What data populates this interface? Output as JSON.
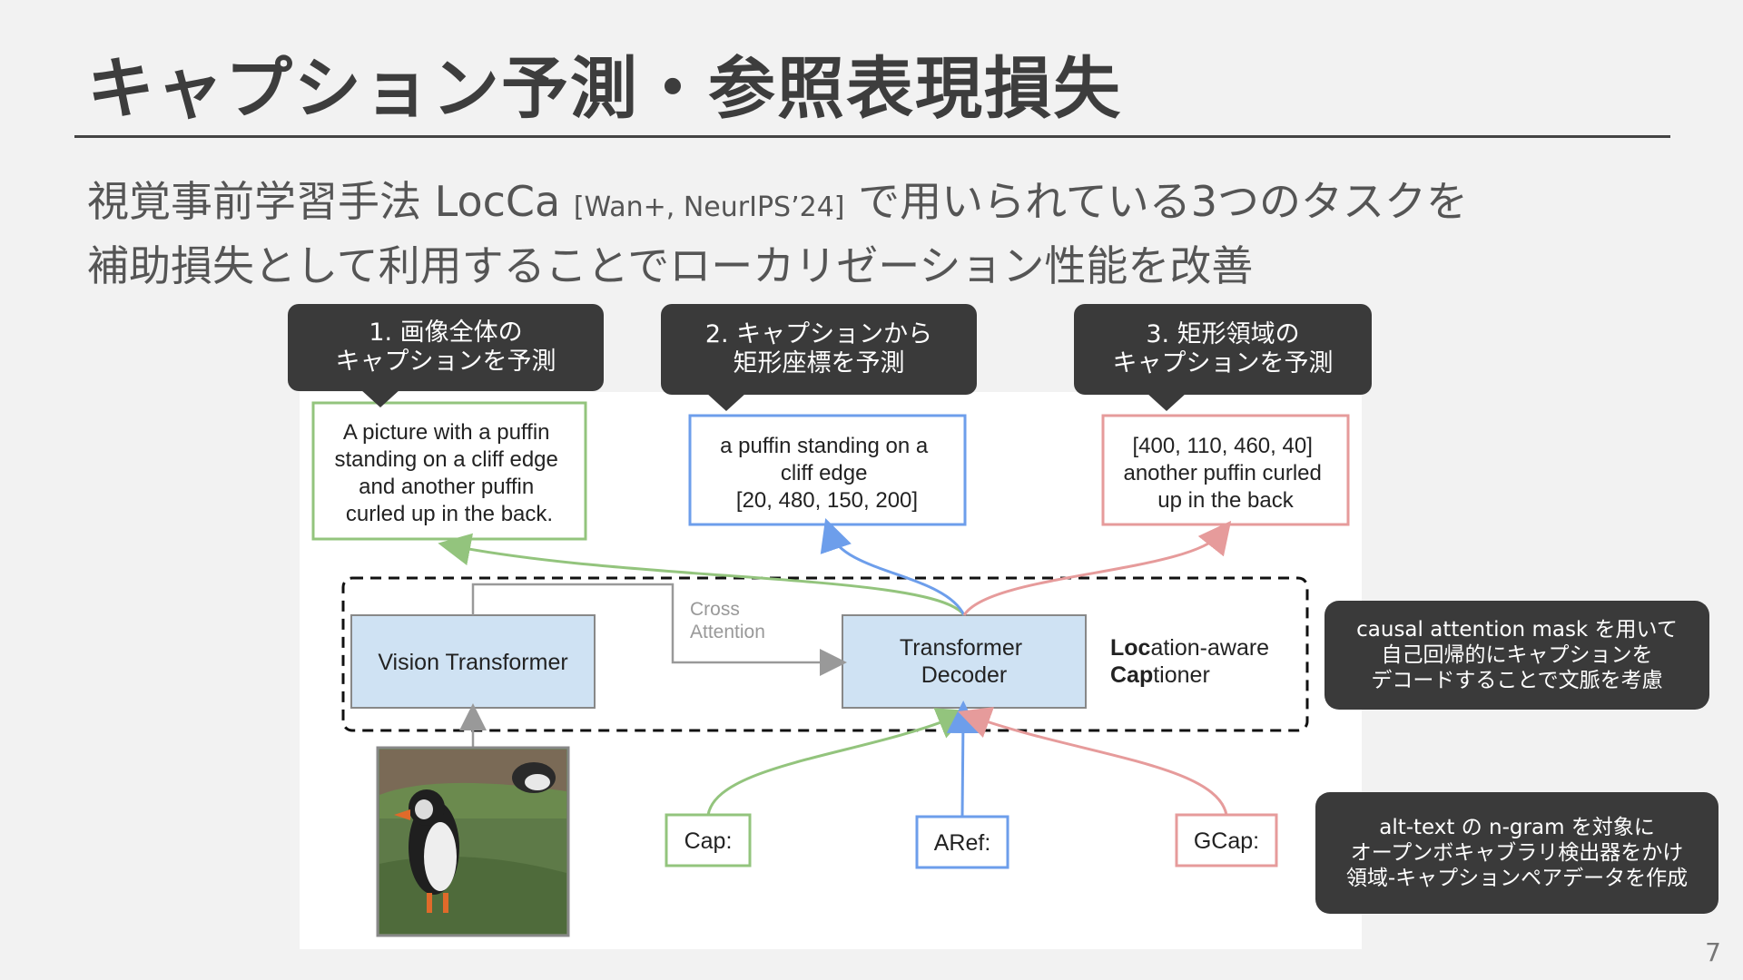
{
  "slide": {
    "title": "キャプション予測・参照表現損失",
    "subtitle_line1_a": "視覚事前学習手法 LocCa ",
    "subtitle_line1_ref": "[Wan+, NeurIPS’24]",
    "subtitle_line1_b": " で用いられている3つのタスクを",
    "subtitle_line2": "補助損失として利用することでローカリゼーション性能を改善",
    "page_number": "7"
  },
  "callouts": [
    {
      "line1": "1. 画像全体の",
      "line2": "キャプションを予測"
    },
    {
      "line1": "2. キャプションから",
      "line2": "矩形座標を予測"
    },
    {
      "line1": "3. 矩形領域の",
      "line2": "キャプションを予測"
    }
  ],
  "notes": [
    {
      "line1": "causal attention mask を用いて",
      "line2": "自己回帰的にキャプションを",
      "line3": "デコードすることで文脈を考慮"
    },
    {
      "line1": "alt-text の n-gram を対象に",
      "line2": "オープンボキャブラリ検出器をかけ",
      "line3": "領域-キャプションペアデータを作成"
    }
  ],
  "diagram": {
    "outputs": {
      "cap": [
        "A picture with a puffin",
        "standing on a cliff edge",
        "and another puffin",
        "curled up in the back."
      ],
      "aref": [
        "a puffin standing on a",
        "cliff edge",
        "[20, 480, 150, 200]"
      ],
      "gcap": [
        "[400, 110, 460, 40]",
        "another puffin curled",
        "up in the back"
      ]
    },
    "vision_transformer": "Vision Transformer",
    "decoder_line1": "Transformer",
    "decoder_line2": "Decoder",
    "cross_attention_line1": "Cross",
    "cross_attention_line2": "Attention",
    "model_name_line1_bold": "Loc",
    "model_name_line1_rest": "ation-aware",
    "model_name_line2_bold": "Cap",
    "model_name_line2_rest": "tioner",
    "prefix_cap": "Cap:",
    "prefix_aref": "ARef:",
    "prefix_gcap": "GCap:",
    "colors": {
      "green": "#93c47d",
      "blue": "#6d9eeb",
      "red": "#e69b9b",
      "gray": "#999999",
      "box_fill": "#cfe2f3"
    }
  }
}
